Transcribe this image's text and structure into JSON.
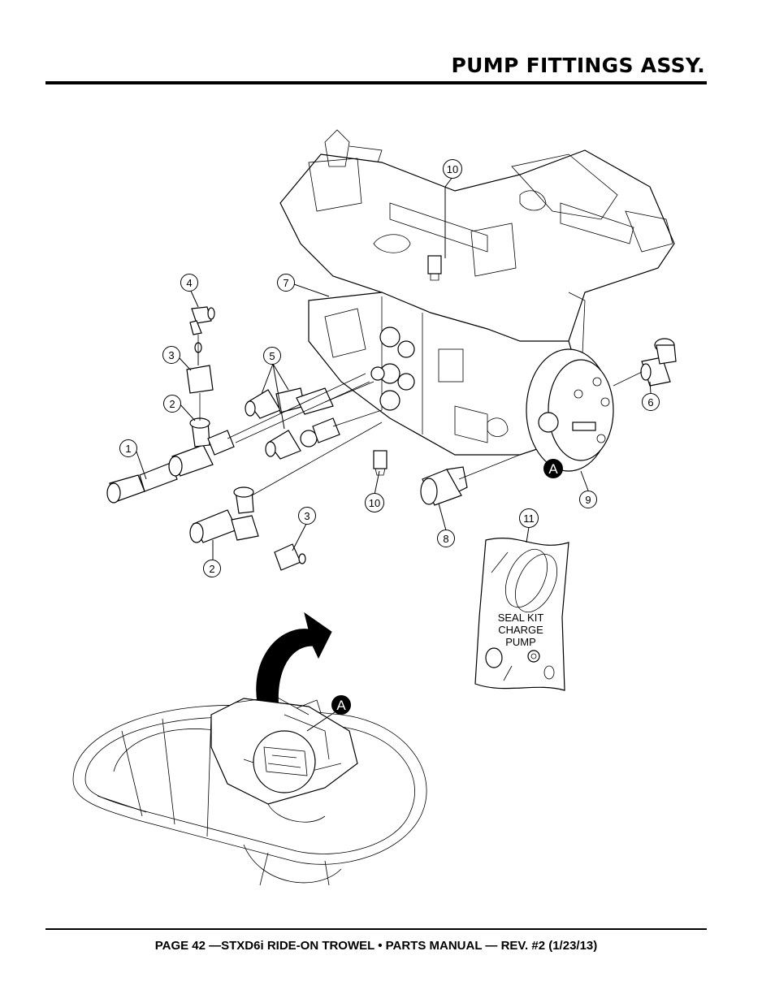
{
  "header": {
    "title": "PUMP FITTINGS ASSY."
  },
  "footer": {
    "text": "PAGE 42 —STXD6i RIDE-ON TROWEL • PARTS MANUAL — REV. #2 (1/23/13)"
  },
  "callouts": {
    "c1": "1",
    "c2a": "2",
    "c2b": "2",
    "c3a": "3",
    "c3b": "3",
    "c4": "4",
    "c5": "5",
    "c6": "6",
    "c7": "7",
    "c8": "8",
    "c9": "9",
    "c10a": "10",
    "c10b": "10",
    "c11": "11"
  },
  "detail_markers": {
    "a_main": "A",
    "a_overview": "A"
  },
  "seal_kit": {
    "line1": "SEAL KIT",
    "line2": "CHARGE",
    "line3": "PUMP"
  }
}
